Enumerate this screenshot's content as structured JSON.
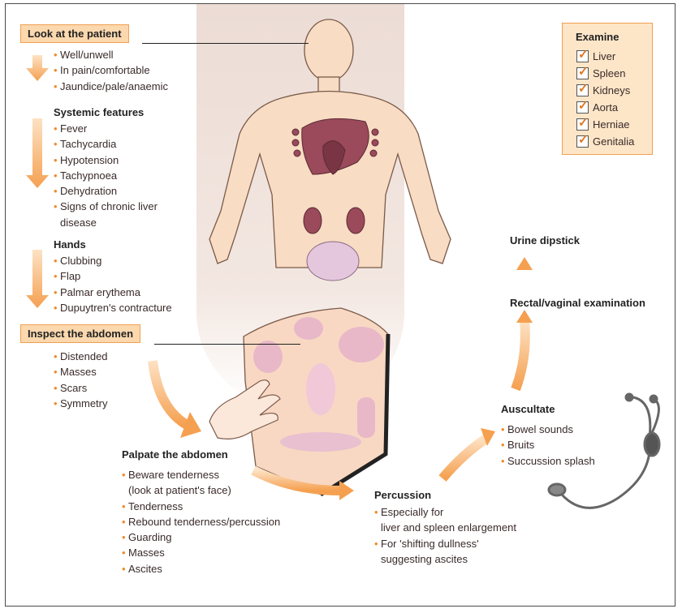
{
  "look": {
    "header": "Look at the patient",
    "items": [
      "Well/unwell",
      "In pain/comfortable",
      "Jaundice/pale/anaemic"
    ]
  },
  "systemic": {
    "title": "Systemic features",
    "items": [
      "Fever",
      "Tachycardia",
      "Hypotension",
      "Tachypnoea",
      "Dehydration",
      "Signs of chronic liver",
      "disease"
    ]
  },
  "hands": {
    "title": "Hands",
    "items": [
      "Clubbing",
      "Flap",
      "Palmar erythema",
      "Dupuytren's contracture"
    ]
  },
  "inspect": {
    "header": "Inspect the abdomen",
    "items": [
      "Distended",
      "Masses",
      "Scars",
      "Symmetry"
    ]
  },
  "palpate": {
    "title": "Palpate the abdomen",
    "items": [
      "Beware tenderness",
      "(look at patient's face)",
      "Tenderness",
      "Rebound tenderness/percussion",
      "Guarding",
      "Masses",
      "Ascites"
    ]
  },
  "percussion": {
    "title": "Percussion",
    "items": [
      "Especially for",
      "liver and spleen enlargement",
      "For 'shifting dullness'",
      "suggesting ascites"
    ]
  },
  "auscultate": {
    "title": "Auscultate",
    "items": [
      "Bowel sounds",
      "Bruits",
      "Succussion splash"
    ]
  },
  "rectal": {
    "title": "Rectal/vaginal examination"
  },
  "urine": {
    "title": "Urine dipstick"
  },
  "examine": {
    "title": "Examine",
    "items": [
      "Liver",
      "Spleen",
      "Kidneys",
      "Aorta",
      "Herniae",
      "Genitalia"
    ]
  },
  "colors": {
    "accent": "#f5a85a",
    "header_bg": "#fbd8ae",
    "organ": "#9a4a5a"
  }
}
